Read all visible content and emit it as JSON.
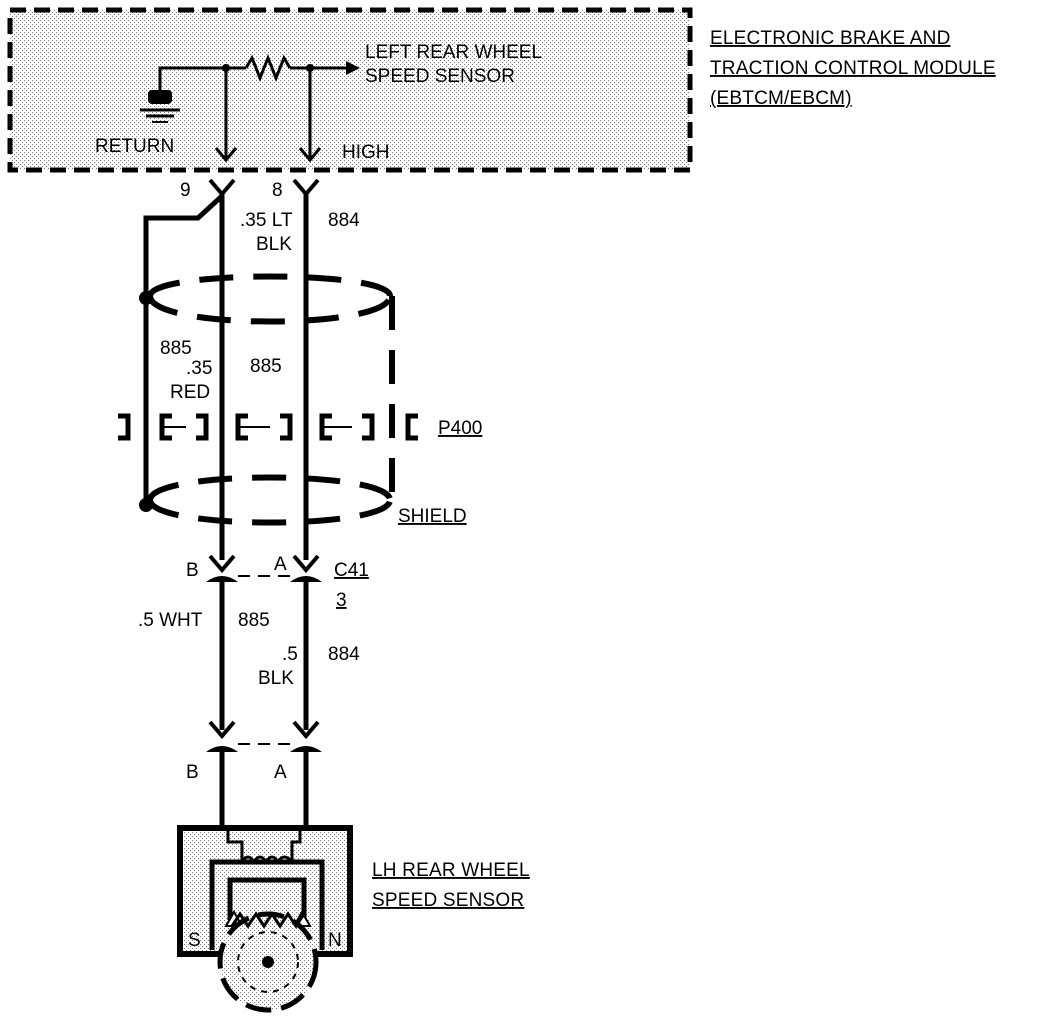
{
  "module": {
    "title_lines": [
      "ELECTRONIC BRAKE AND",
      "TRACTION CONTROL MODULE",
      "(EBTCM/EBCM)"
    ],
    "internal_label_lines": [
      "LEFT REAR WHEEL",
      "SPEED SENSOR"
    ],
    "return_label": "RETURN",
    "high_label": "HIGH"
  },
  "pins": {
    "left": "9",
    "right": "8"
  },
  "wires": {
    "upper_right": {
      "size_color_lines": [
        ".35 LT",
        "BLK"
      ],
      "circuit": "884"
    },
    "upper_left": {
      "size_color_lines": [
        ".35",
        "RED"
      ],
      "circuit": "885"
    },
    "drain_circuit": "885",
    "lower_left": {
      "size_color": ".5 WHT",
      "circuit": "885"
    },
    "lower_right": {
      "size_color_lines": [
        ".5",
        "BLK"
      ],
      "circuit": "884"
    }
  },
  "splice": {
    "label": "P400"
  },
  "shield": {
    "label": "SHIELD"
  },
  "connector_c41": {
    "label": "C41",
    "sub": "3",
    "pin_b": "B",
    "pin_a": "A"
  },
  "sensor_connector": {
    "pin_b": "B",
    "pin_a": "A"
  },
  "sensor": {
    "label_lines": [
      "LH REAR WHEEL",
      "SPEED SENSOR"
    ],
    "pole_s": "S",
    "pole_n": "N"
  }
}
